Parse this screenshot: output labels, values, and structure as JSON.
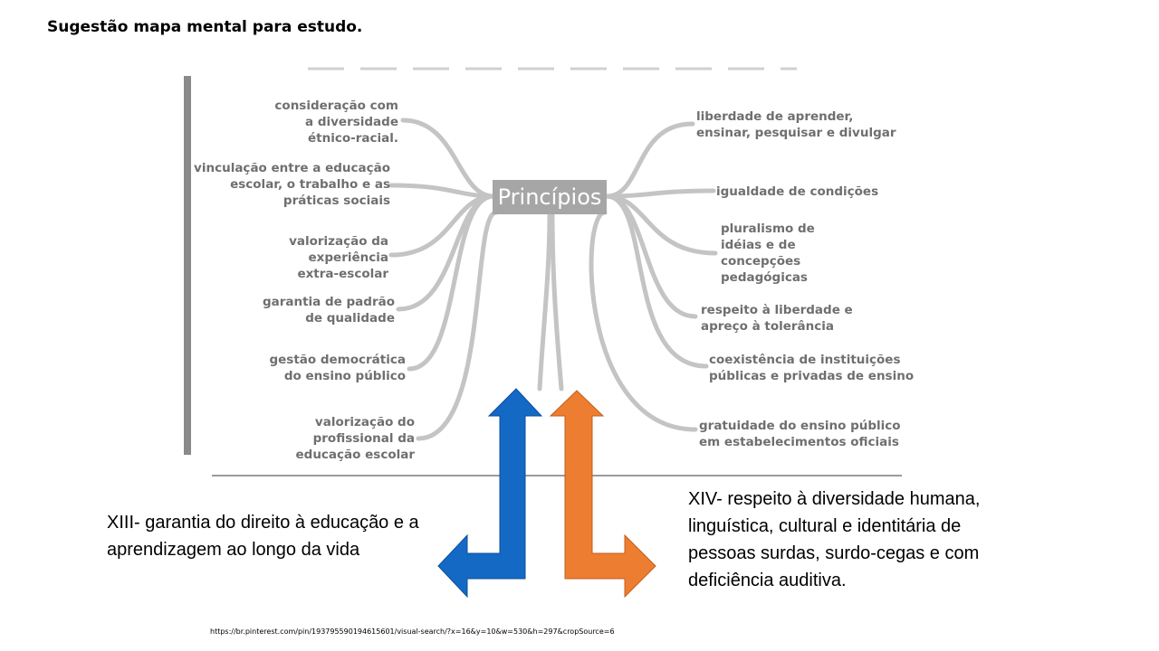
{
  "title": "Sugestão mapa mental para estudo.",
  "mindmap": {
    "center": "Princípios",
    "left": [
      "consideração com\na diversidade\nétnico-racial.",
      "vinculação entre a educação\nescolar, o trabalho e as\npráticas sociais",
      "valorização da experiência\nextra-escolar",
      "garantia de padrão\nde qualidade",
      "gestão democrática\ndo ensino público",
      "valorização do\nprofissional da\neducação escolar"
    ],
    "right": [
      "liberdade de aprender,\nensinar, pesquisar e divulgar",
      "igualdade de condições",
      "pluralismo de\nidéias e de\nconcepções\npedagógicas",
      "respeito à liberdade e\napreço à tolerância",
      "coexistência de instituições\npúblicas e privadas de ensino",
      "gratuidade do ensino público\nem estabelecimentos oficiais"
    ]
  },
  "captions": {
    "xiii": "XIII- garantia do direito à educação e a\naprendizagem ao longo da vida",
    "xiv": "XIV- respeito à diversidade humana,\nlinguística, cultural e identitária de\npessoas surdas, surdo-cegas e com\ndeficiência auditiva."
  },
  "colors": {
    "blue_arrow": "#1469c4",
    "orange_arrow": "#ed7d31",
    "branch": "#c4c4c4",
    "label": "#6f6f6f"
  },
  "source": "https://br.pinterest.com/pin/193795590194615601/visual-search/?x=16&y=10&w=530&h=297&cropSource=6"
}
